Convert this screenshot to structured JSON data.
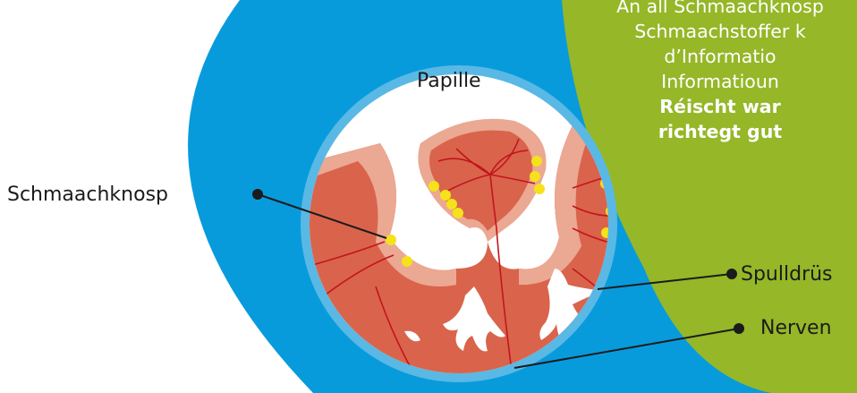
{
  "colors": {
    "blue": "#089bdc",
    "green": "#95b728",
    "ring": "#5ab8e5",
    "tissue": "#d9644b",
    "tissue_light": "#eba893",
    "nerve": "#c4141d",
    "taste_cell": "#f5e21a",
    "leader": "#1b1b1b"
  },
  "labels": {
    "papille": "Papille",
    "schmaachknosp": "Schmaachknosp",
    "spulldrues": "Spulldrüs",
    "nerven": "Nerven"
  },
  "green_panel": {
    "line1": "An all Schmaachknosp",
    "line2": "Schmaachstoffer k",
    "line3": "d’Informatio",
    "line4": "Informatioun",
    "bold1": "Réischt war",
    "bold2": "richtegt gut"
  }
}
